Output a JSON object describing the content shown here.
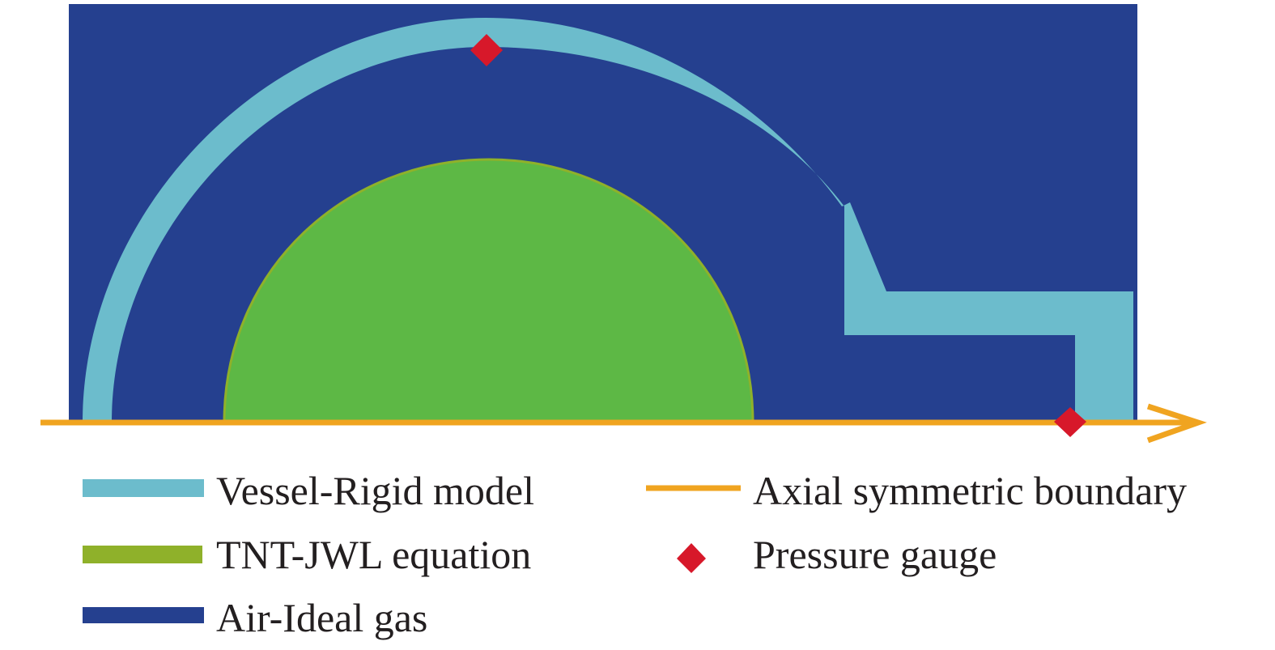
{
  "colors": {
    "air": "#25408f",
    "vessel": "#6cbccc",
    "tnt": "#5db845",
    "tnt_edge": "#8fb12a",
    "axis": "#f0a420",
    "gauge": "#d7182a",
    "text": "#231f20"
  },
  "legend": {
    "vessel": "Vessel-Rigid model",
    "tnt": "TNT-JWL equation",
    "air": "Air-Ideal gas",
    "axis": "Axial symmetric boundary",
    "gauge": "Pressure gauge"
  }
}
